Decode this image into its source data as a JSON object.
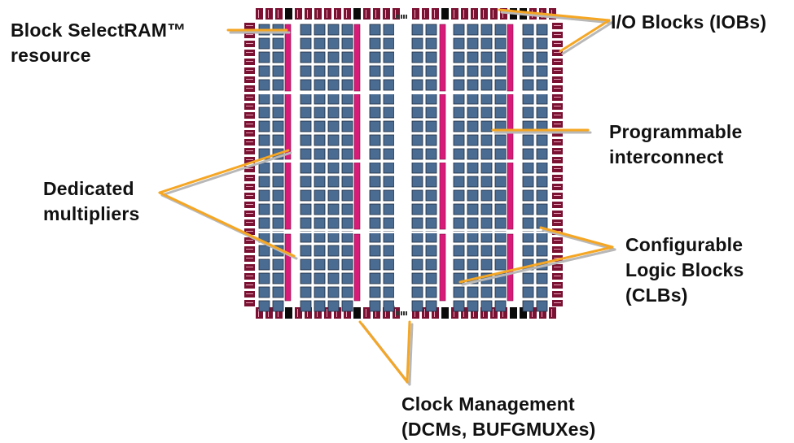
{
  "labels": {
    "block_selectram": [
      "Block SelectRAM™",
      "resource"
    ],
    "io_blocks": [
      "I/O Blocks (IOBs)"
    ],
    "programmable_interconnect": [
      "Programmable",
      "interconnect"
    ],
    "dedicated_multipliers": [
      "Dedicated",
      "multipliers"
    ],
    "configurable_logic_blocks": [
      "Configurable",
      "Logic Blocks",
      "(CLBs)"
    ],
    "clock_management": [
      "Clock Management",
      "(DCMs, BUFGMUXes)"
    ]
  },
  "colors": {
    "clb": "#4a6c93",
    "clb_border": "#1d2a3c",
    "interconnect": "#ffffff",
    "iob": "#7a1132",
    "iob_stripe": "#e8a0b8",
    "dcm": "#0a0a0a",
    "bram_multiplier": "#d81b78",
    "callout_line": "#f5a623",
    "callout_shadow": "#b8b8b8",
    "text": "#111111"
  },
  "icons": {
    "clock_management_blocks": "black-square",
    "bufgmux": "tiny-glyph-row"
  }
}
